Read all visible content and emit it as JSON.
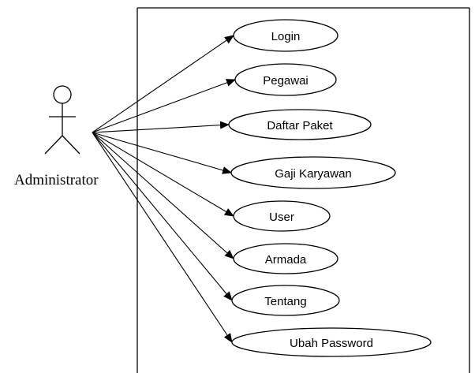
{
  "actor": {
    "name": "Administrator"
  },
  "use_cases": [
    {
      "label": "Login"
    },
    {
      "label": "Pegawai"
    },
    {
      "label": "Daftar Paket"
    },
    {
      "label": "Gaji Karyawan"
    },
    {
      "label": "User"
    },
    {
      "label": "Armada"
    },
    {
      "label": "Tentang"
    },
    {
      "label": "Ubah Password"
    }
  ]
}
